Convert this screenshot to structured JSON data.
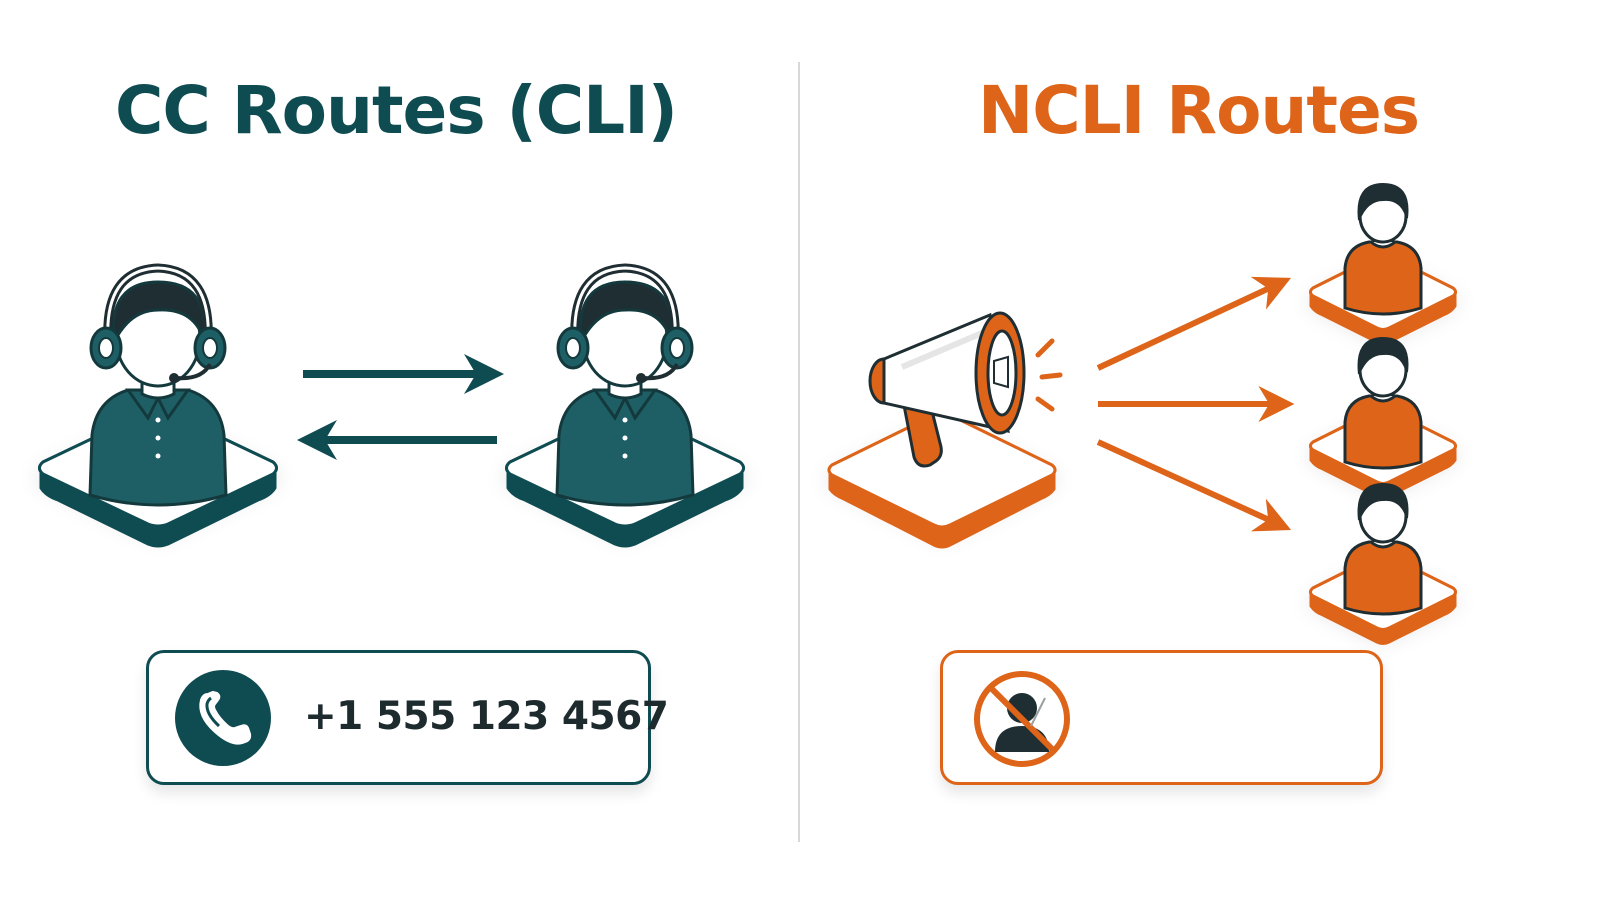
{
  "left_panel": {
    "title": "CC Routes (CLI)",
    "caller_id": "+1 555 123 4567",
    "color": "#0f4c52"
  },
  "right_panel": {
    "title": "NCLI Routes",
    "color": "#dd6418"
  },
  "icons": {
    "left_agent": "headset-agent-icon",
    "right_agent": "headset-agent-icon",
    "broadcast": "megaphone-icon",
    "recipient": "person-icon",
    "phone": "phone-icon",
    "no_caller_id": "no-person-icon"
  }
}
